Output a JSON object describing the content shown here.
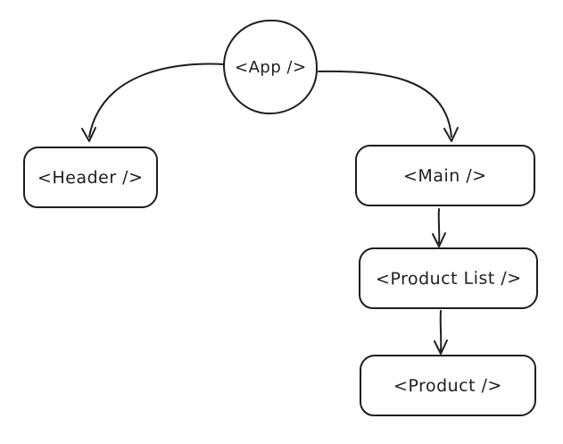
{
  "diagram": {
    "background_color": "#ffffff",
    "stroke_color": "#1e1e1e",
    "nodes": {
      "app": {
        "label": "<App />",
        "shape": "circle"
      },
      "header": {
        "label": "<Header />",
        "shape": "rounded-rectangle"
      },
      "main": {
        "label": "<Main />",
        "shape": "rounded-rectangle"
      },
      "product_list": {
        "label": "<Product List />",
        "shape": "rounded-rectangle"
      },
      "product": {
        "label": "<Product />",
        "shape": "rounded-rectangle"
      }
    },
    "edges": [
      {
        "from": "app",
        "to": "header",
        "style": "curved-arrow"
      },
      {
        "from": "app",
        "to": "main",
        "style": "curved-arrow"
      },
      {
        "from": "main",
        "to": "product_list",
        "style": "straight-arrow"
      },
      {
        "from": "product_list",
        "to": "product",
        "style": "straight-arrow"
      }
    ]
  }
}
